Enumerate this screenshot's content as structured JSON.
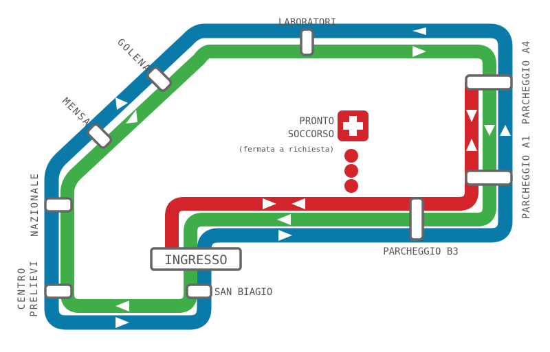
{
  "colors": {
    "blue_line": "#0a7ba9",
    "green_line": "#3fae49",
    "red_line": "#d3242b",
    "station_border": "#666666",
    "label": "#555555"
  },
  "stations": {
    "laboratori": "LABORATORI",
    "golena": "GOLENA",
    "mensa": "MENSA",
    "nazionale": "NAZIONALE",
    "centro_prelievi_1": "CENTRO",
    "centro_prelievi_2": "PRELIEVI",
    "san_biagio": "SAN BIAGIO",
    "ingresso": "INGRESSO",
    "parcheggio_b3": "PARCHEGGIO B3",
    "parcheggio_a1": "PARCHEGGIO A1",
    "parcheggio_a4": "PARCHEGGIO A4"
  },
  "pronto_soccorso": {
    "line1": "PRONTO",
    "line2": "SOCCORSO",
    "note": "(fermata a richiesta)",
    "icon": "medical-cross-icon"
  }
}
